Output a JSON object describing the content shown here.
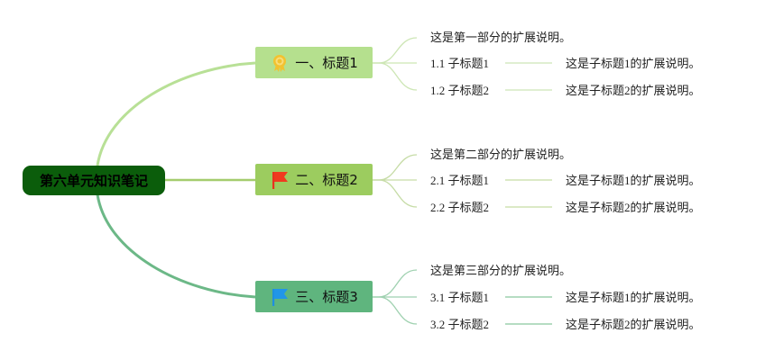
{
  "root": {
    "label": "第六单元知识笔记",
    "color": "#0b5d0b"
  },
  "branches": [
    {
      "label": "一、标题1",
      "icon": "award-ribbon-icon",
      "color": "#b5e08e",
      "line_color": "#b8e096",
      "description": "这是第一部分的扩展说明。",
      "subtopics": [
        {
          "label": "1.1 子标题1",
          "detail": "这是子标题1的扩展说明。"
        },
        {
          "label": "1.2 子标题2",
          "detail": "这是子标题2的扩展说明。"
        }
      ]
    },
    {
      "label": "二、标题2",
      "icon": "red-flag-icon",
      "color": "#9ccc5f",
      "line_color": "#a4cc6e",
      "description": "这是第二部分的扩展说明。",
      "subtopics": [
        {
          "label": "2.1 子标题1",
          "detail": "这是子标题1的扩展说明。"
        },
        {
          "label": "2.2 子标题2",
          "detail": "这是子标题2的扩展说明。"
        }
      ]
    },
    {
      "label": "三、标题3",
      "icon": "blue-flag-icon",
      "color": "#5fb57e",
      "line_color": "#6cb887",
      "description": "这是第三部分的扩展说明。",
      "subtopics": [
        {
          "label": "3.1 子标题1",
          "detail": "这是子标题1的扩展说明。"
        },
        {
          "label": "3.2 子标题2",
          "detail": "这是子标题2的扩展说明。"
        }
      ]
    }
  ]
}
